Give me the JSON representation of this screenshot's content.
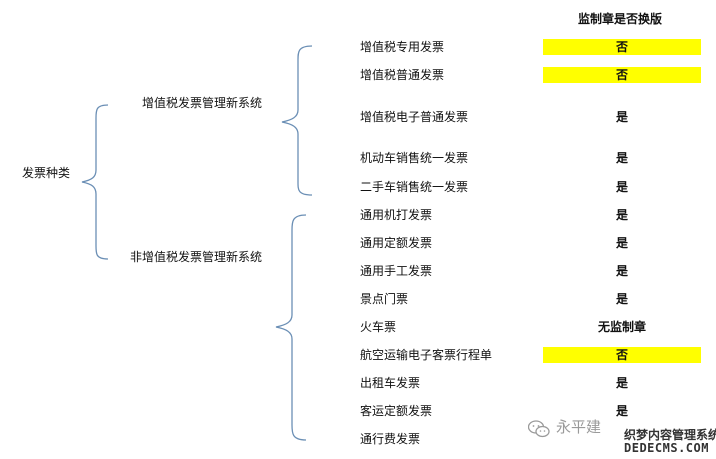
{
  "header": {
    "title": "监制章是否换版"
  },
  "root": {
    "label": "发票种类"
  },
  "groups": [
    {
      "label": "增值税发票管理新系统"
    },
    {
      "label": "非增值税发票管理新系统"
    }
  ],
  "items": [
    {
      "label": "增值税专用发票",
      "answer": "否",
      "highlight": true
    },
    {
      "label": "增值税普通发票",
      "answer": "否",
      "highlight": true
    },
    {
      "label": "增值税电子普通发票",
      "answer": "是",
      "highlight": false
    },
    {
      "label": "机动车销售统一发票",
      "answer": "是",
      "highlight": false
    },
    {
      "label": "二手车销售统一发票",
      "answer": "是",
      "highlight": false
    },
    {
      "label": "通用机打发票",
      "answer": "是",
      "highlight": false
    },
    {
      "label": "通用定额发票",
      "answer": "是",
      "highlight": false
    },
    {
      "label": "通用手工发票",
      "answer": "是",
      "highlight": false
    },
    {
      "label": "景点门票",
      "answer": "是",
      "highlight": false
    },
    {
      "label": "火车票",
      "answer": "无监制章",
      "highlight": false
    },
    {
      "label": "航空运输电子客票行程单",
      "answer": "否",
      "highlight": true
    },
    {
      "label": "出租车发票",
      "answer": "是",
      "highlight": false
    },
    {
      "label": "客运定额发票",
      "answer": "是",
      "highlight": false
    },
    {
      "label": "通行费发票",
      "answer": "",
      "highlight": false
    }
  ],
  "colors": {
    "highlight": "#ffff00",
    "bracket": "#6b8fb5"
  },
  "watermark": {
    "icon": "wechat-logo-icon",
    "text": "永平建",
    "text2": "织梦内容管理系统",
    "url": "DEDECMS.COM"
  }
}
